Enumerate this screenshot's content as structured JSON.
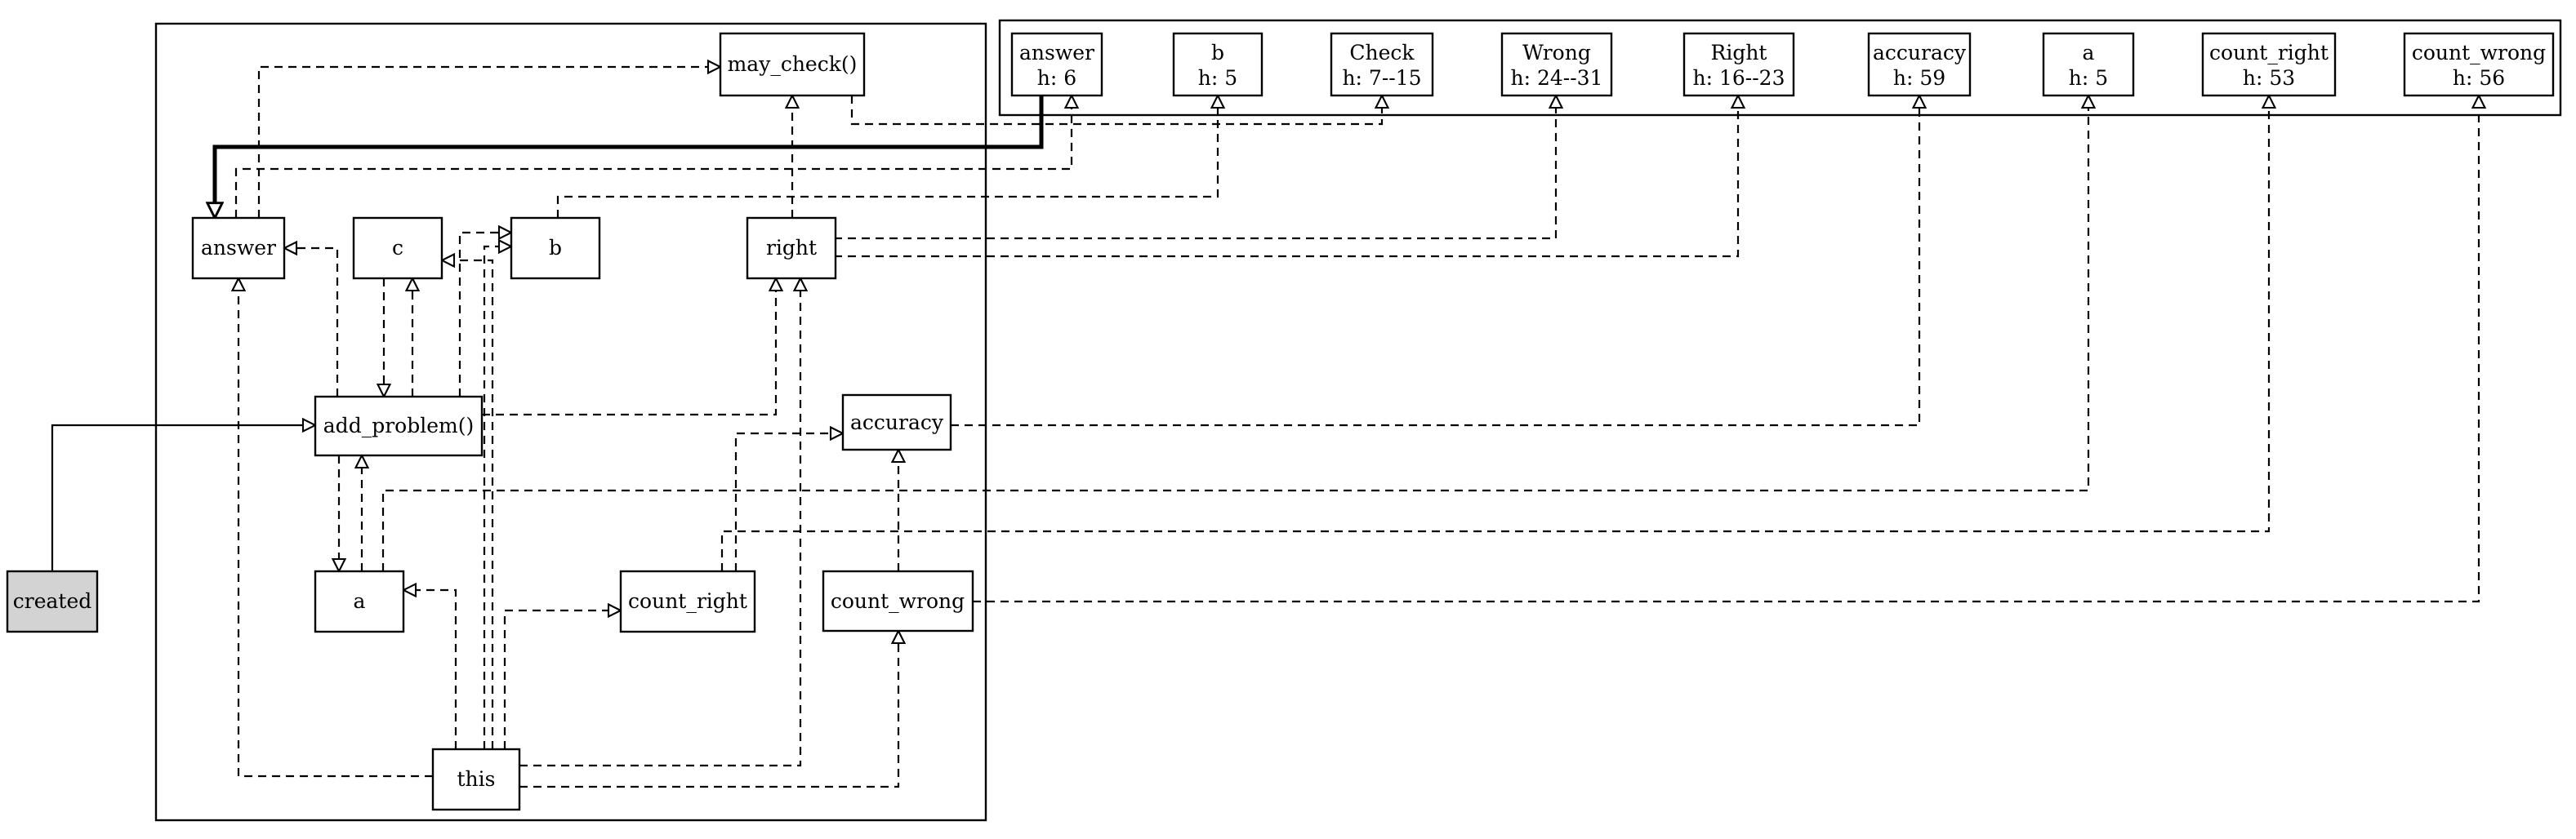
{
  "diagram": {
    "nodes": {
      "may_check": {
        "label": "may_check()"
      },
      "answer": {
        "label": "answer"
      },
      "c": {
        "label": "c"
      },
      "b": {
        "label": "b"
      },
      "right": {
        "label": "right"
      },
      "add_problem": {
        "label": "add_problem()"
      },
      "accuracy": {
        "label": "accuracy"
      },
      "a": {
        "label": "a"
      },
      "count_right": {
        "label": "count_right"
      },
      "count_wrong": {
        "label": "count_wrong"
      },
      "this": {
        "label": "this"
      },
      "created": {
        "label": "created"
      },
      "h_answer": {
        "name": "answer",
        "value": "h: 6"
      },
      "h_b": {
        "name": "b",
        "value": "h: 5"
      },
      "h_check": {
        "name": "Check",
        "value": "h: 7--15"
      },
      "h_wrong": {
        "name": "Wrong",
        "value": "h: 24--31"
      },
      "h_right": {
        "name": "Right",
        "value": "h: 16--23"
      },
      "h_accuracy": {
        "name": "accuracy",
        "value": "h: 59"
      },
      "h_a": {
        "name": "a",
        "value": "h: 5"
      },
      "h_count_right": {
        "name": "count_right",
        "value": "h: 53"
      },
      "h_count_wrong": {
        "name": "count_wrong",
        "value": "h: 56"
      }
    },
    "edges": [
      {
        "from": "answer",
        "to": "may_check",
        "style": "dashed"
      },
      {
        "from": "add_problem",
        "to": "answer",
        "style": "dashed"
      },
      {
        "from": "add_problem",
        "to": "c",
        "style": "dashed"
      },
      {
        "from": "c",
        "to": "add_problem",
        "style": "dashed"
      },
      {
        "from": "add_problem",
        "to": "b",
        "style": "dashed"
      },
      {
        "from": "add_problem",
        "to": "right",
        "style": "dashed"
      },
      {
        "from": "add_problem",
        "to": "a",
        "style": "dashed"
      },
      {
        "from": "a",
        "to": "add_problem",
        "style": "dashed"
      },
      {
        "from": "right",
        "to": "may_check",
        "style": "dashed"
      },
      {
        "from": "count_right",
        "to": "accuracy",
        "style": "dashed"
      },
      {
        "from": "count_wrong",
        "to": "accuracy",
        "style": "dashed"
      },
      {
        "from": "this",
        "to": "answer",
        "style": "dashed"
      },
      {
        "from": "this",
        "to": "c",
        "style": "dashed"
      },
      {
        "from": "this",
        "to": "b",
        "style": "dashed"
      },
      {
        "from": "this",
        "to": "a",
        "style": "dashed"
      },
      {
        "from": "this",
        "to": "count_right",
        "style": "dashed"
      },
      {
        "from": "this",
        "to": "right",
        "style": "dashed"
      },
      {
        "from": "this",
        "to": "count_wrong",
        "style": "dashed"
      },
      {
        "from": "created",
        "to": "add_problem",
        "style": "solid"
      },
      {
        "from": "h_answer",
        "to": "answer",
        "style": "bold"
      },
      {
        "from": "may_check",
        "to": "h_check",
        "style": "dashed"
      },
      {
        "from": "answer",
        "to": "h_answer",
        "style": "dashed"
      },
      {
        "from": "b",
        "to": "h_b",
        "style": "dashed"
      },
      {
        "from": "right",
        "to": "h_wrong",
        "style": "dashed"
      },
      {
        "from": "right",
        "to": "h_right",
        "style": "dashed"
      },
      {
        "from": "accuracy",
        "to": "h_accuracy",
        "style": "dashed"
      },
      {
        "from": "a",
        "to": "h_a",
        "style": "dashed"
      },
      {
        "from": "count_right",
        "to": "h_count_right",
        "style": "dashed"
      },
      {
        "from": "count_wrong",
        "to": "h_count_wrong",
        "style": "dashed"
      }
    ]
  }
}
